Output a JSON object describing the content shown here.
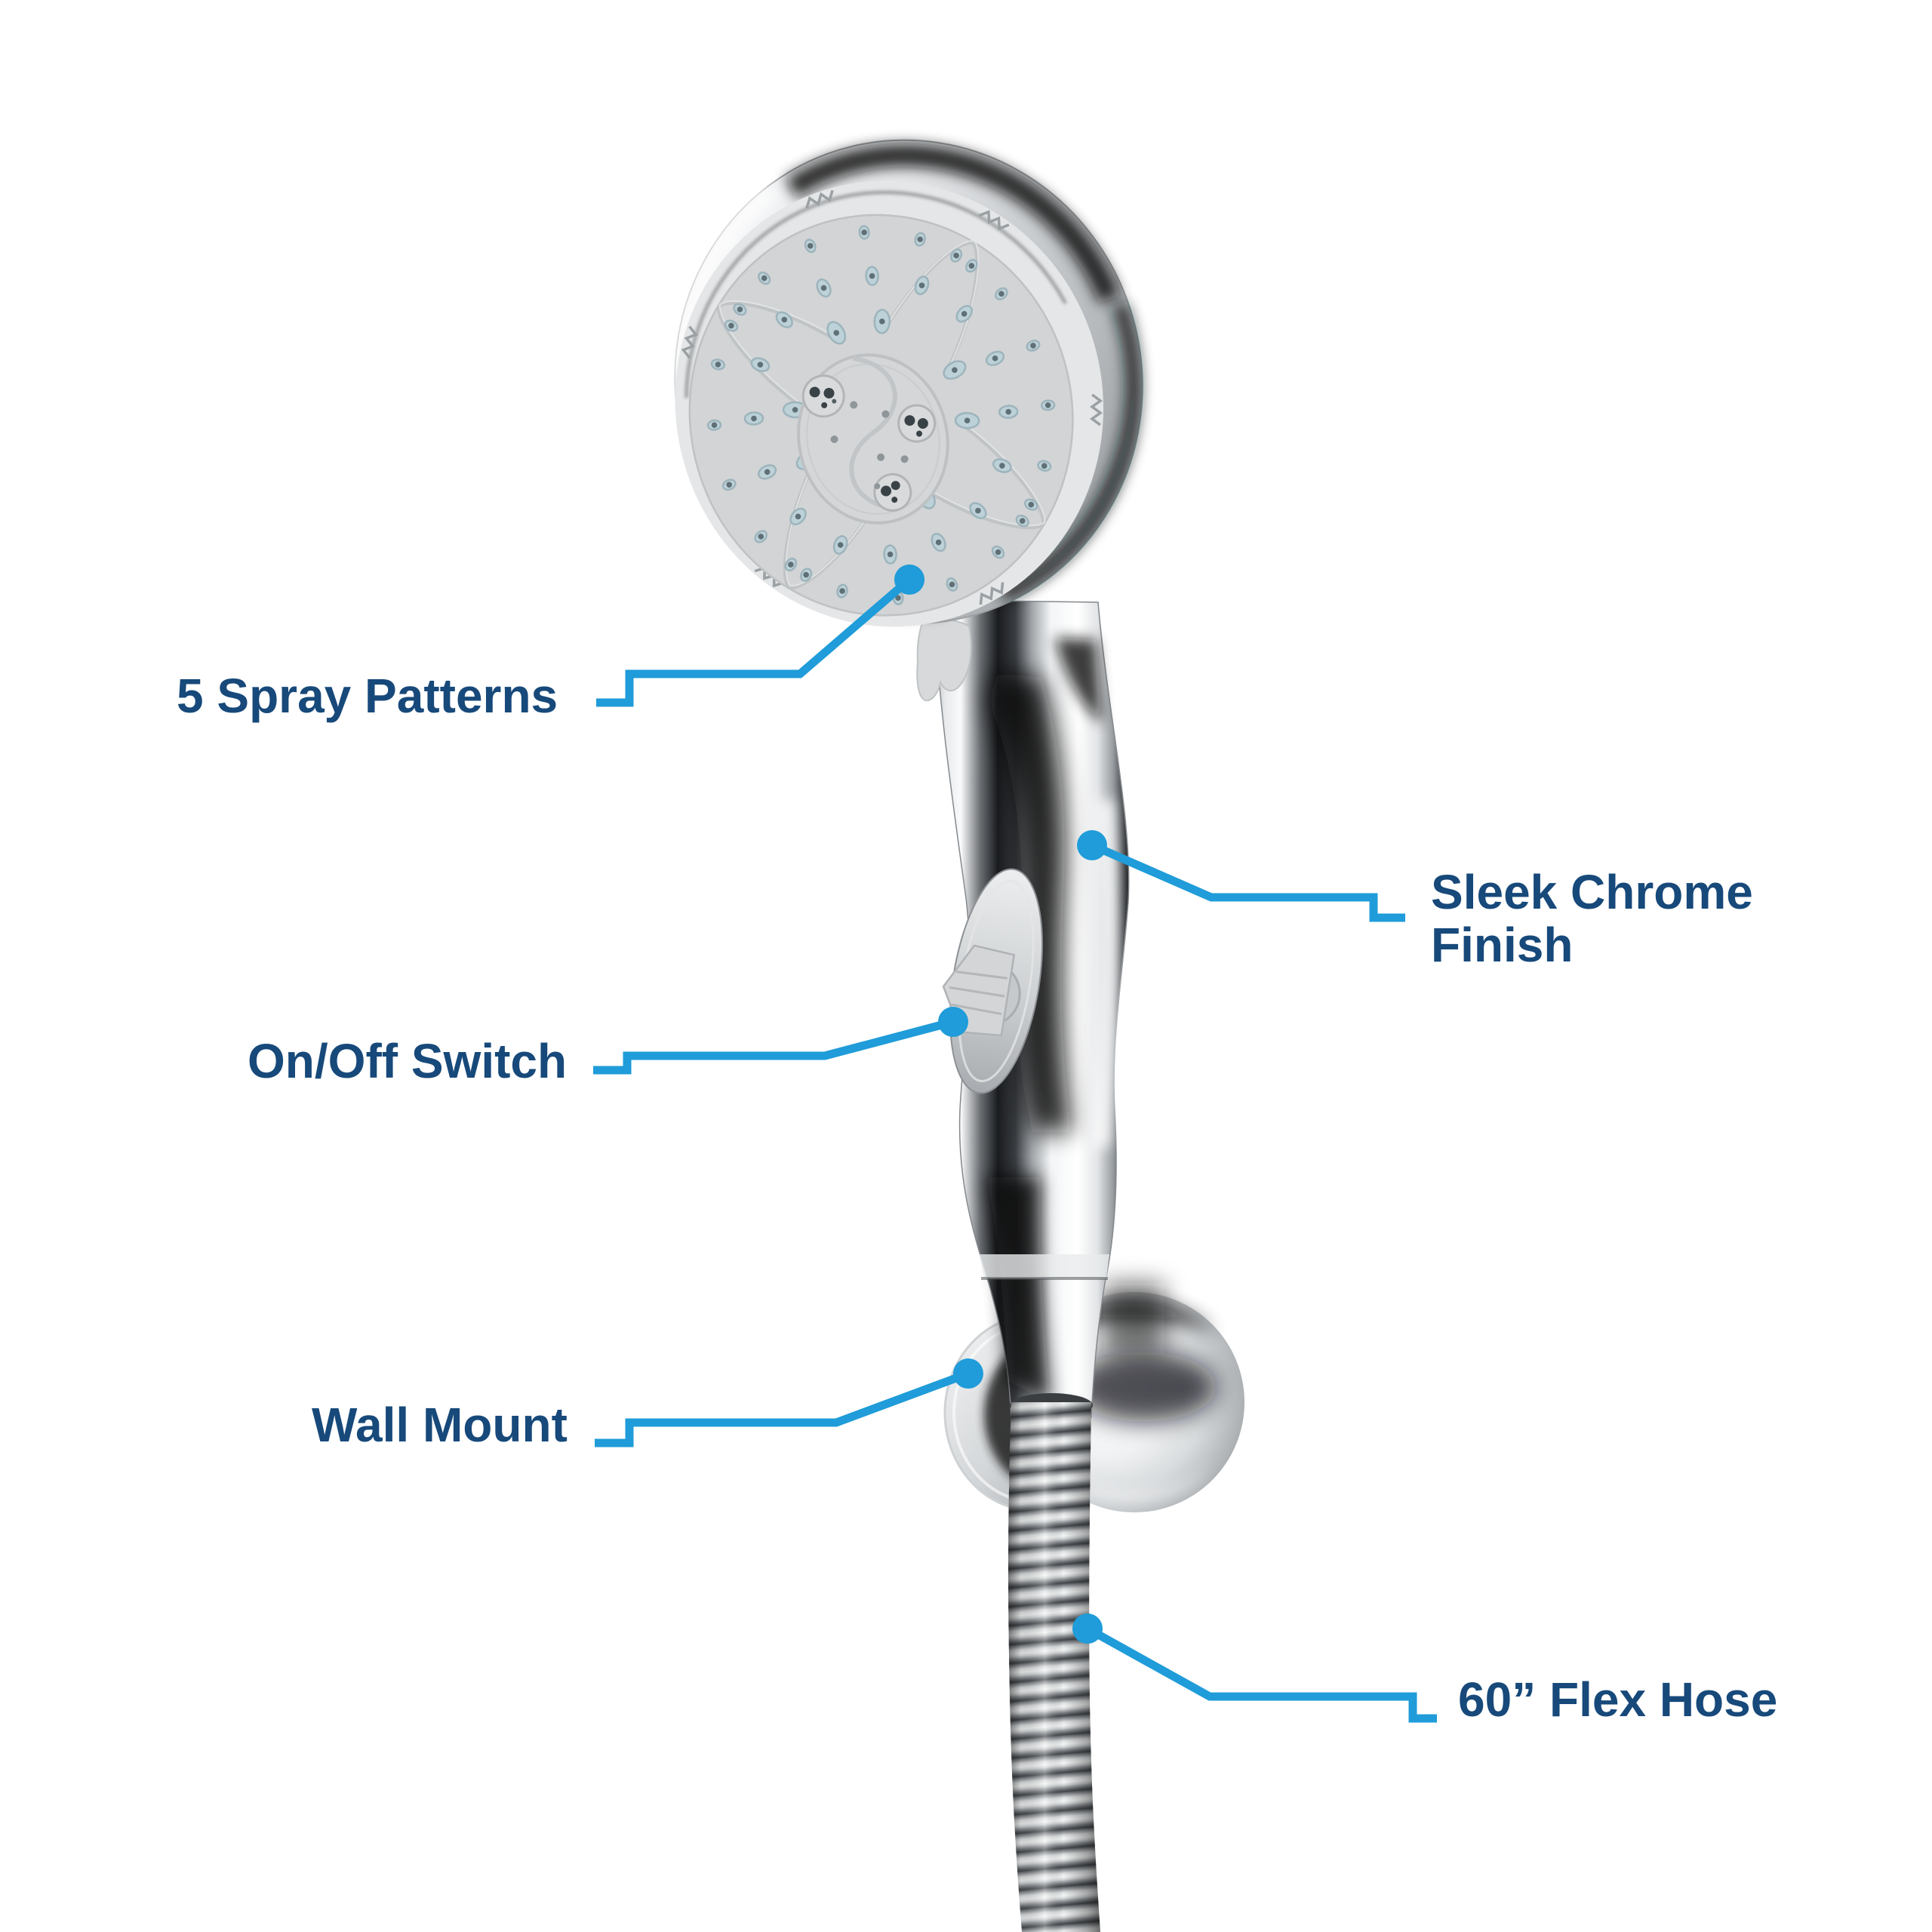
{
  "figure_type": "product-feature-callout-diagram",
  "product": {
    "name": "Handheld shower head with on/off switch, wall mount and flex hose"
  },
  "callouts": [
    {
      "id": "spray-patterns",
      "label": "5 Spray Patterns",
      "side": "left"
    },
    {
      "id": "sleek-chrome",
      "label": "Sleek Chrome Finish",
      "side": "right"
    },
    {
      "id": "on-off-switch",
      "label": "On/Off Switch",
      "side": "left"
    },
    {
      "id": "wall-mount",
      "label": "Wall Mount",
      "side": "left"
    },
    {
      "id": "flex-hose",
      "label": "60” Flex Hose",
      "side": "right"
    }
  ],
  "colors": {
    "background": "#ffffff",
    "leader_line": "#1F9CD9",
    "leader_dot": "#1F9CD9",
    "label_text": "#17497A",
    "chrome_light": "#f7f8f9",
    "chrome_dark": "#101214",
    "face_gray": "#d2d4d5",
    "nozzle_blue": "#bdd2d8",
    "hose_gray": "#b9bdc0"
  }
}
